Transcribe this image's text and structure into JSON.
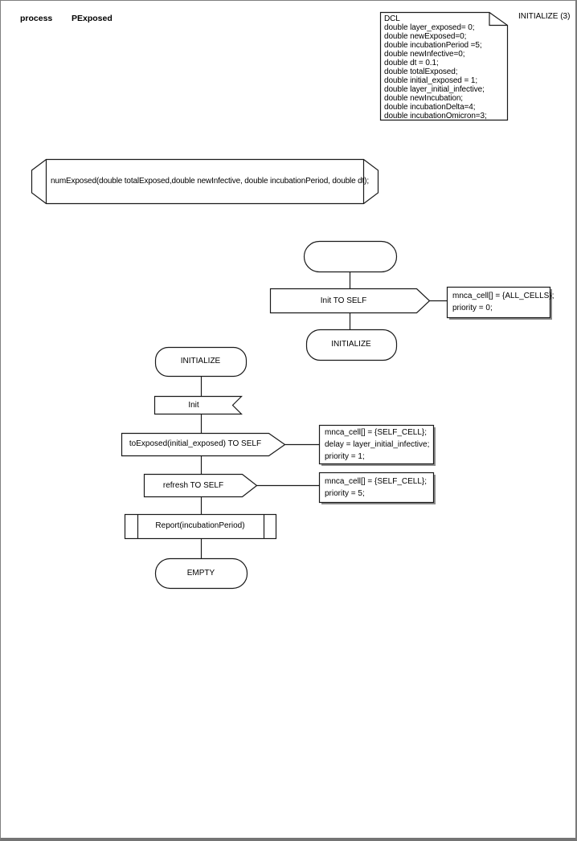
{
  "page": {
    "kind": "process",
    "name": "PExposed",
    "partition": "INITIALIZE (3)"
  },
  "declarations": {
    "text": "DCL\ndouble layer_exposed= 0;\ndouble newExposed=0;\ndouble incubationPeriod =5;\ndouble newInfective=0;\ndouble dt = 0.1;\ndouble totalExposed;\ndouble initial_exposed = 1;\ndouble layer_initial_infective;\ndouble newIncubation;\ndouble incubationDelta=4;\ndouble incubationOmicron=3;"
  },
  "procedure_declaration": {
    "text": "numExposed(double totalExposed,double newInfective, double incubationPeriod, double dt);"
  },
  "main_flow": {
    "output_init": {
      "label": "Init TO SELF"
    },
    "comment_init": {
      "text": "mnca_cell[] = {ALL_CELLS};\npriority = 0;"
    },
    "state_initialize": {
      "label": "INITIALIZE"
    }
  },
  "initialize_flow": {
    "state": {
      "label": "INITIALIZE"
    },
    "input_init": {
      "label": "Init"
    },
    "output_toexposed": {
      "label": "toExposed(initial_exposed) TO SELF"
    },
    "comment_toexposed": {
      "text": "mnca_cell[] = {SELF_CELL};\ndelay = layer_initial_infective;\npriority = 1;"
    },
    "output_refresh": {
      "label": "refresh TO SELF"
    },
    "comment_refresh": {
      "text": "mnca_cell[] = {SELF_CELL};\npriority = 5;"
    },
    "procedure_call": {
      "label": "Report(incubationPeriod)"
    },
    "state_empty": {
      "label": "EMPTY"
    }
  }
}
